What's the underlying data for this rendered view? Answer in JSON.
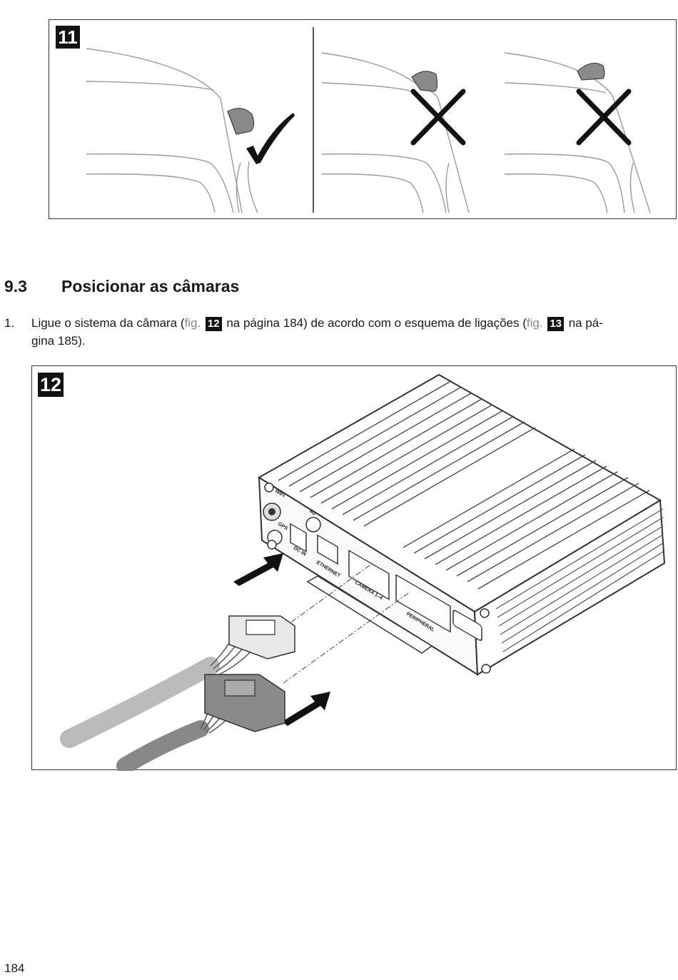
{
  "figure_11": {
    "label": "11"
  },
  "figure_12": {
    "label": "12",
    "device_labels": {
      "wifi": "WIFI",
      "gps": "GPS",
      "fourg": "4G",
      "dc_in": "DC IN",
      "ethernet": "ETHERNET",
      "camera": "CAMERA 1–4",
      "peripheral": "PERIPHERAL"
    }
  },
  "section": {
    "number": "9.3",
    "title": "Posicionar as câmaras"
  },
  "step1": {
    "number": "1.",
    "text_a": "Ligue o sistema da câmara (",
    "fig_word": "fig.",
    "fig_ref_a": "12",
    "text_b": " na página 184) de acordo com o esquema de ligações (",
    "fig_ref_b": "13",
    "text_c": " na pá-",
    "text_d": "gina 185)."
  },
  "page_number": "184"
}
